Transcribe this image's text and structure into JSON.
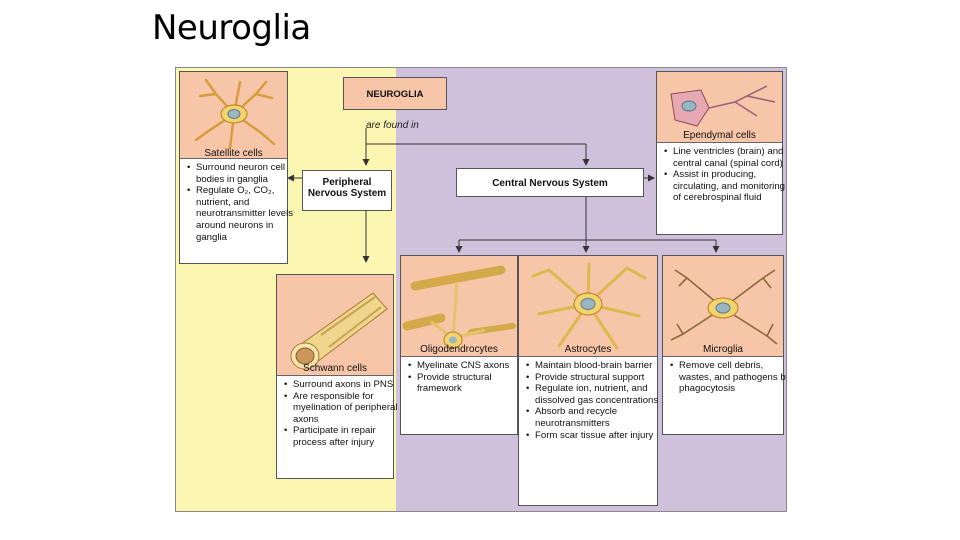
{
  "slide": {
    "title": "Neuroglia"
  },
  "diagram": {
    "root": "NEUROGLIA",
    "root_link": "are found in",
    "pns_label": "Peripheral Nervous System",
    "cns_label": "Central Nervous System",
    "cells": {
      "satellite": {
        "name": "Satellite cells",
        "bullets": [
          "Surround neuron cell bodies in ganglia",
          "Regulate O₂, CO₂, nutrient, and neurotransmitter levels around neurons in ganglia"
        ]
      },
      "schwann": {
        "name": "Schwann cells",
        "bullets": [
          "Surround axons in PNS",
          "Are responsible for myelination of peripheral axons",
          "Participate in repair process after injury"
        ]
      },
      "ependymal": {
        "name": "Ependymal cells",
        "bullets": [
          "Line ventricles (brain) and central canal (spinal cord)",
          "Assist in producing, circulating, and monitoring of cerebrospinal fluid"
        ]
      },
      "oligodendrocytes": {
        "name": "Oligodendrocytes",
        "bullets": [
          "Myelinate CNS axons",
          "Provide structural framework"
        ]
      },
      "astrocytes": {
        "name": "Astrocytes",
        "bullets": [
          "Maintain blood-brain barrier",
          "Provide structural support",
          "Regulate ion, nutrient, and dissolved gas concentrations",
          "Absorb and recycle neurotransmitters",
          "Form scar tissue after injury"
        ]
      },
      "microglia": {
        "name": "Microglia",
        "bullets": [
          "Remove cell debris, wastes, and pathogens by phagocytosis"
        ]
      }
    },
    "colors": {
      "pns_bg": "#fbf6b2",
      "cns_bg": "#cfc0dc",
      "illustration_bg": "#f7c6a8",
      "root_bg": "#f7c6a8"
    }
  }
}
